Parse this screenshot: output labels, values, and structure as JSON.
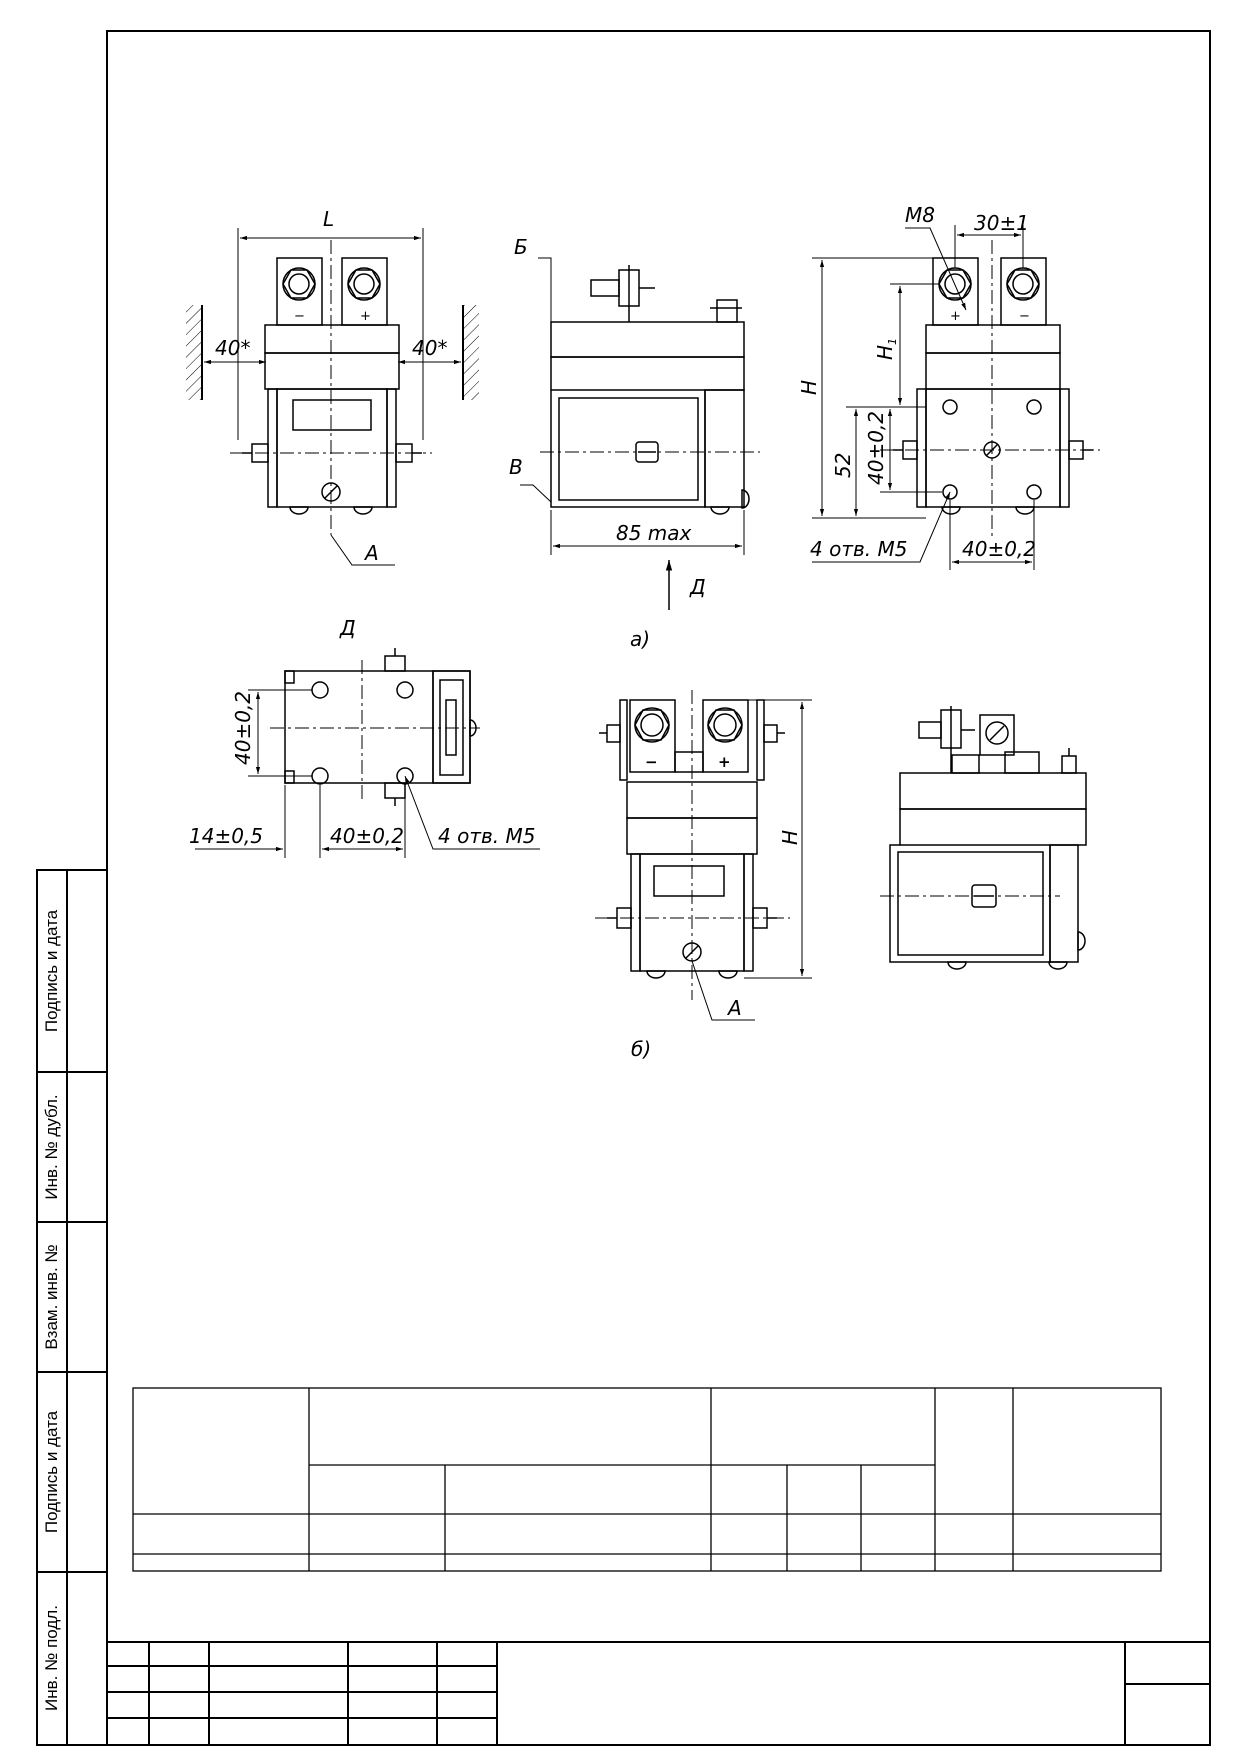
{
  "side_stamp": {
    "labels": [
      "Подпись и дата",
      "Инв. № дубл.",
      "Взам. инв. №",
      "Подпись и дата",
      "Инв. № подл."
    ]
  },
  "dimensions": {
    "L": "L",
    "clearance_left": "40*",
    "clearance_right": "40*",
    "section_A": "А",
    "section_B": "Б",
    "section_V": "В",
    "width_max": "85 max",
    "view_D": "Д",
    "H": "H",
    "H1": "H",
    "H1_sub": "1",
    "h52": "52",
    "hole_spacing_v": "40±0,2",
    "hole_spacing_h": "40±0,2",
    "thread_M8": "M8",
    "pitch_30": "30±1",
    "holes_M5": "4 отв. M5",
    "offset_14": "14±0,5",
    "view_D_title": "Д",
    "D_spacing_v": "40±0,2",
    "D_spacing_h": "40±0,2",
    "D_holes": "4 отв. M5",
    "H_b": "H",
    "section_A_b": "А"
  },
  "captions": {
    "a": "а)",
    "b": "б)"
  },
  "terminals": {
    "minus": "−",
    "plus": "+"
  }
}
